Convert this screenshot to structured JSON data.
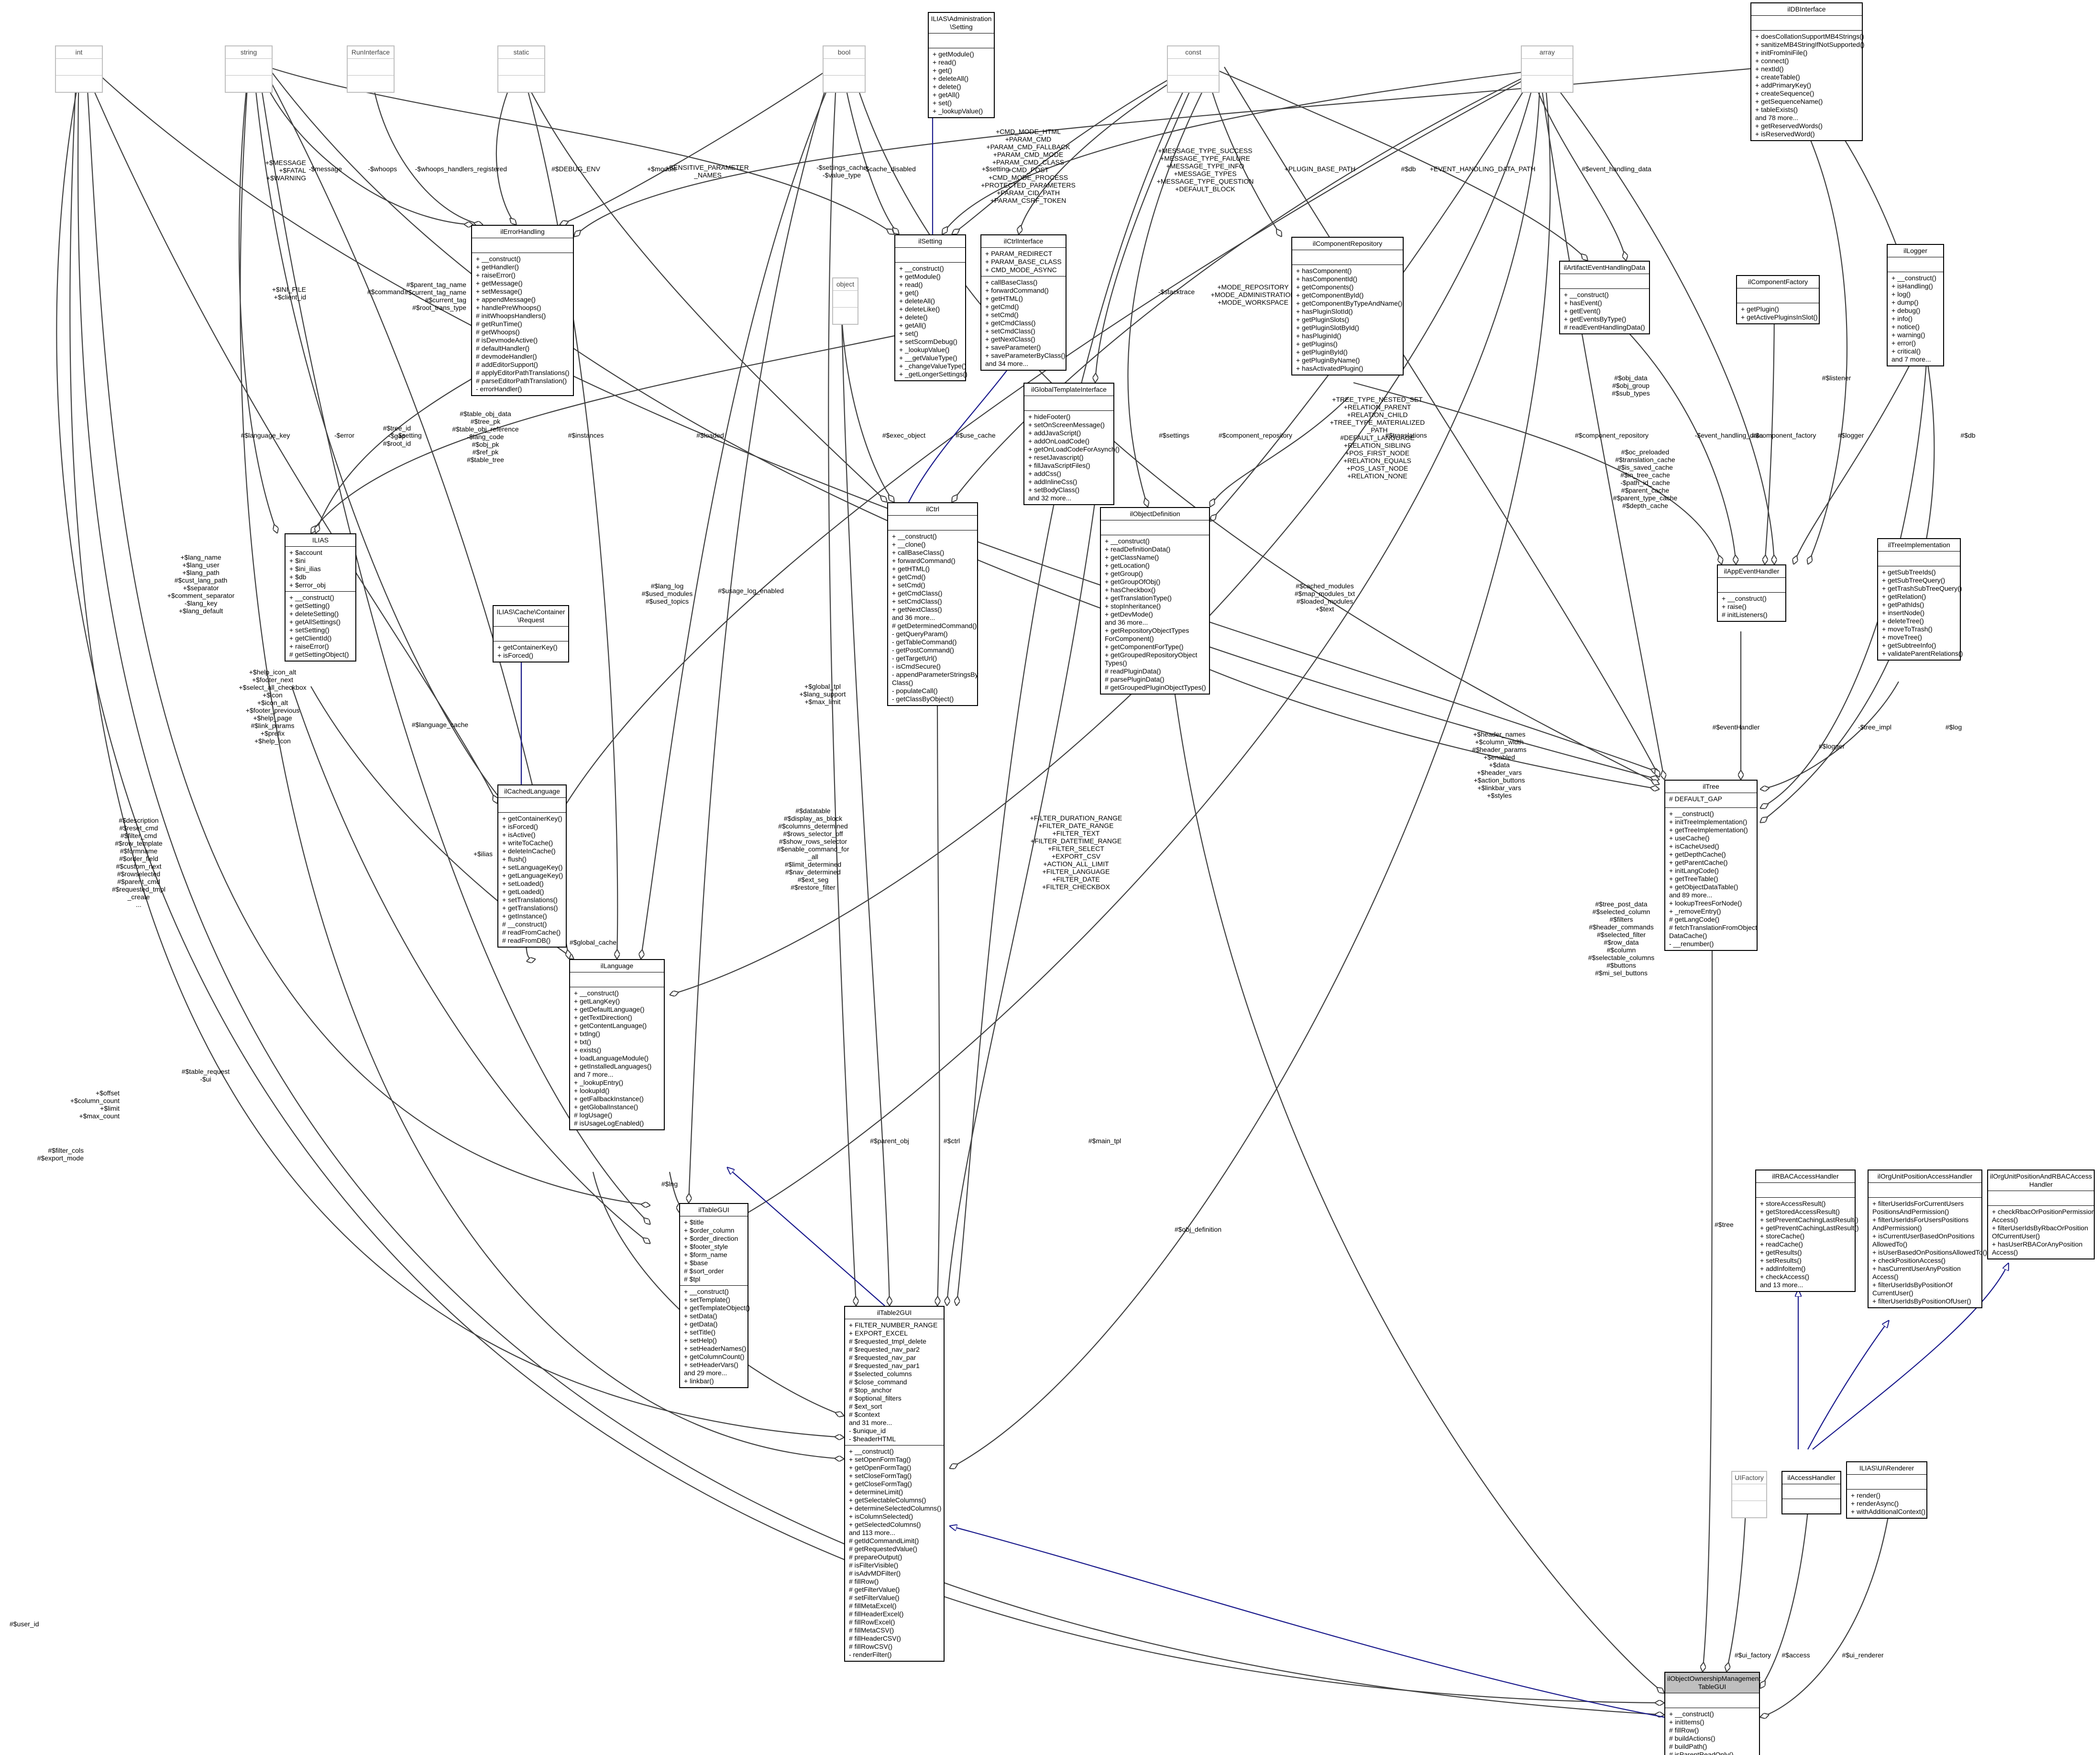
{
  "nodes": {
    "int": {
      "title": "int",
      "attrs": [],
      "ops": []
    },
    "string": {
      "title": "string",
      "attrs": [],
      "ops": []
    },
    "runinterface": {
      "title": "RunInterface",
      "attrs": [],
      "ops": []
    },
    "static": {
      "title": "static",
      "attrs": [],
      "ops": []
    },
    "bool": {
      "title": "bool",
      "attrs": [],
      "ops": []
    },
    "admsetting": {
      "title": "ILIAS\\Administration\n\\Setting",
      "attrs": [],
      "ops": [
        "+ getModule()",
        "+ read()",
        "+ get()",
        "+ deleteAll()",
        "+ delete()",
        "+ getAll()",
        "+ set()",
        "+ _lookupValue()"
      ]
    },
    "const": {
      "title": "const",
      "attrs": [],
      "ops": []
    },
    "array": {
      "title": "array",
      "attrs": [],
      "ops": []
    },
    "dbinterface": {
      "title": "ilDBInterface",
      "attrs": [],
      "ops": [
        "+ doesCollationSupportMB4Strings()",
        "+ sanitizeMB4StringIfNotSupported()",
        "+ initFromIniFile()",
        "+ connect()",
        "+ nextId()",
        "+ createTable()",
        "+ addPrimaryKey()",
        "+ createSequence()",
        "+ getSequenceName()",
        "+ tableExists()",
        "and 78 more...",
        "+ getReservedWords()",
        "+ isReservedWord()"
      ]
    },
    "errorhandling": {
      "title": "ilErrorHandling",
      "attrs": [],
      "ops": [
        "+ __construct()",
        "+ getHandler()",
        "+ raiseError()",
        "+ getMessage()",
        "+ setMessage()",
        "+ appendMessage()",
        "+ handlePreWhoops()",
        "# initWhoopsHandlers()",
        "# getRunTime()",
        "# getWhoops()",
        "# isDevmodeActive()",
        "# defaultHandler()",
        "# devmodeHandler()",
        "# addEditorSupport()",
        "# applyEditorPathTranslations()",
        "# parseEditorPathTranslation()",
        "- errorHandler()"
      ]
    },
    "setting": {
      "title": "ilSetting",
      "attrs": [],
      "ops": [
        "+ __construct()",
        "+ getModule()",
        "+ read()",
        "+ get()",
        "+ deleteAll()",
        "+ deleteLike()",
        "+ delete()",
        "+ getAll()",
        "+ set()",
        "+ setScormDebug()",
        "+ _lookupValue()",
        "+ __getValueType()",
        "+ _changeValueType()",
        "+ _getLongerSettings()"
      ]
    },
    "ctrlinterface": {
      "title": "ilCtrlInterface",
      "attrs": [
        "+ PARAM_REDIRECT",
        "+ PARAM_BASE_CLASS",
        "+ CMD_MODE_ASYNC"
      ],
      "ops": [
        "+ callBaseClass()",
        "+ forwardCommand()",
        "+ getHTML()",
        "+ getCmd()",
        "+ setCmd()",
        "+ getCmdClass()",
        "+ setCmdClass()",
        "+ getNextClass()",
        "+ saveParameter()",
        "+ saveParameterByClass()",
        "and 34 more..."
      ]
    },
    "componentrepository": {
      "title": "ilComponentRepository",
      "attrs": [],
      "ops": [
        "+ hasComponent()",
        "+ hasComponentId()",
        "+ getComponents()",
        "+ getComponentById()",
        "+ getComponentByTypeAndName()",
        "+ hasPluginSlotId()",
        "+ getPluginSlots()",
        "+ getPluginSlotById()",
        "+ hasPluginId()",
        "+ getPlugins()",
        "+ getPluginById()",
        "+ getPluginByName()",
        "+ hasActivatedPlugin()"
      ]
    },
    "artifactevent": {
      "title": "ilArtifactEventHandlingData",
      "attrs": [],
      "ops": [
        "+ __construct()",
        "+ hasEvent()",
        "+ getEvent()",
        "+ getEventsByType()",
        "# readEventHandlingData()"
      ]
    },
    "componentfactory": {
      "title": "ilComponentFactory",
      "attrs": [],
      "ops": [
        "+ getPlugin()",
        "+ getActivePluginsInSlot()"
      ]
    },
    "logger": {
      "title": "ilLogger",
      "attrs": [],
      "ops": [
        "+ __construct()",
        "+ isHandling()",
        "+ log()",
        "+ dump()",
        "+ debug()",
        "+ info()",
        "+ notice()",
        "+ warning()",
        "+ error()",
        "+ critical()",
        "and 7 more..."
      ]
    },
    "globaltemplate": {
      "title": "ilGlobalTemplateInterface",
      "attrs": [],
      "ops": [
        "+ hideFooter()",
        "+ setOnScreenMessage()",
        "+ addJavaScript()",
        "+ addOnLoadCode()",
        "+ getOnLoadCodeForAsynch()",
        "+ resetJavascript()",
        "+ fillJavaScriptFiles()",
        "+ addCss()",
        "+ addInlineCss()",
        "+ setBodyClass()",
        "and 32 more..."
      ]
    },
    "object": {
      "title": "object",
      "attrs": [],
      "ops": []
    },
    "ilias": {
      "title": "ILIAS",
      "attrs": [
        "+ $account",
        "+ $ini",
        "+ $ini_ilias",
        "+ $db",
        "+ $error_obj"
      ],
      "ops": [
        "+ __construct()",
        "+ getSetting()",
        "+ deleteSetting()",
        "+ getAllSettings()",
        "+ setSetting()",
        "+ getClientId()",
        "+ raiseError()",
        "# getSettingObject()"
      ]
    },
    "ctrl": {
      "title": "ilCtrl",
      "attrs": [],
      "ops": [
        "+ __construct()",
        "+ __clone()",
        "+ callBaseClass()",
        "+ forwardCommand()",
        "+ getHTML()",
        "+ getCmd()",
        "+ setCmd()",
        "+ getCmdClass()",
        "+ setCmdClass()",
        "+ getNextClass()",
        "and 36 more...",
        "# getDeterminedCommand()",
        "- getQueryParam()",
        "- getTableCommand()",
        "- getPostCommand()",
        "- getTargetUrl()",
        "- isCmdSecure()",
        "- appendParameterStringsBy\nClass()",
        "- populateCall()",
        "- getClassByObject()"
      ]
    },
    "objectdefinition": {
      "title": "ilObjectDefinition",
      "attrs": [],
      "ops": [
        "+ __construct()",
        "+ readDefinitionData()",
        "+ getClassName()",
        "+ getLocation()",
        "+ getGroup()",
        "+ getGroupOfObj()",
        "+ hasCheckbox()",
        "+ getTranslationType()",
        "+ stopInheritance()",
        "+ getDevMode()",
        "and 36 more...",
        "+ getRepositoryObjectTypes\nForComponent()",
        "+ getComponentForType()",
        "+ getGroupedRepositoryObject\nTypes()",
        "# readPluginData()",
        "# parsePluginData()",
        "# getGroupedPluginObjectTypes()"
      ]
    },
    "appeventhandler": {
      "title": "ilAppEventHandler",
      "attrs": [],
      "ops": [
        "+ __construct()",
        "+ raise()",
        "# initListeners()"
      ]
    },
    "treeimplementation": {
      "title": "ilTreeImplementation",
      "attrs": [],
      "ops": [
        "+ getSubTreeIds()",
        "+ getSubTreeQuery()",
        "+ getTrashSubTreeQuery()",
        "+ getRelation()",
        "+ getPathIds()",
        "+ insertNode()",
        "+ deleteTree()",
        "+ moveToTrash()",
        "+ moveTree()",
        "+ getSubtreeInfo()",
        "+ validateParentRelations()"
      ]
    },
    "cachecontainer": {
      "title": "ILIAS\\Cache\\Container\n\\Request",
      "attrs": [],
      "ops": [
        "+ getContainerKey()",
        "+ isForced()"
      ]
    },
    "cachedlanguage": {
      "title": "ilCachedLanguage",
      "attrs": [],
      "ops": [
        "+ getContainerKey()",
        "+ isForced()",
        "+ isActive()",
        "+ writeToCache()",
        "+ deleteInCache()",
        "+ flush()",
        "+ setLanguageKey()",
        "+ getLanguageKey()",
        "+ setLoaded()",
        "+ getLoaded()",
        "+ setTranslations()",
        "+ getTranslations()",
        "+ getInstance()",
        "# __construct()",
        "# readFromCache()",
        "# readFromDB()"
      ]
    },
    "tree": {
      "title": "ilTree",
      "attrs": [
        "# DEFAULT_GAP"
      ],
      "ops": [
        "+ __construct()",
        "+ initTreeImplementation()",
        "+ getTreeImplementation()",
        "+ useCache()",
        "+ isCacheUsed()",
        "+ getDepthCache()",
        "+ getParentCache()",
        "+ initLangCode()",
        "+ getTreeTable()",
        "+ getObjectDataTable()",
        "and 89 more...",
        "+ lookupTreesForNode()",
        "+ _removeEntry()",
        "# getLangCode()",
        "# fetchTranslationFromObject\nDataCache()",
        "- __renumber()"
      ]
    },
    "language": {
      "title": "ilLanguage",
      "attrs": [],
      "ops": [
        "+ __construct()",
        "+ getLangKey()",
        "+ getDefaultLanguage()",
        "+ getTextDirection()",
        "+ getContentLanguage()",
        "+ txtlng()",
        "+ txt()",
        "+ exists()",
        "+ loadLanguageModule()",
        "+ getInstalledLanguages()",
        "and 7 more...",
        "+ _lookupEntry()",
        "+ lookupId()",
        "+ getFallbackInstance()",
        "+ getGlobalInstance()",
        "# logUsage()",
        "# isUsageLogEnabled()"
      ]
    },
    "tablegui": {
      "title": "ilTableGUI",
      "attrs": [
        "+ $title",
        "+ $order_column",
        "+ $order_direction",
        "+ $footer_style",
        "+ $form_name",
        "+ $base",
        "# $sort_order",
        "# $tpl"
      ],
      "ops": [
        "+ __construct()",
        "+ setTemplate()",
        "+ getTemplateObject()",
        "+ setData()",
        "+ getData()",
        "+ setTitle()",
        "+ setHelp()",
        "+ setHeaderNames()",
        "+ getColumnCount()",
        "+ setHeaderVars()",
        "and 29 more...",
        "+ linkbar()"
      ]
    },
    "table2gui": {
      "title": "ilTable2GUI",
      "attrs": [
        "+ FILTER_NUMBER_RANGE",
        "+ EXPORT_EXCEL",
        "# $requested_tmpl_delete",
        "# $requested_nav_par2",
        "# $requested_nav_par",
        "# $requested_nav_par1",
        "# $selected_columns",
        "# $close_command",
        "# $top_anchor",
        "# $optional_filters",
        "# $ext_sort",
        "# $context",
        "and 31 more...",
        "- $unique_id",
        "- $headerHTML"
      ],
      "ops": [
        "+ __construct()",
        "+ setOpenFormTag()",
        "+ getOpenFormTag()",
        "+ setCloseFormTag()",
        "+ getCloseFormTag()",
        "+ determineLimit()",
        "+ getSelectableColumns()",
        "+ determineSelectedColumns()",
        "+ isColumnSelected()",
        "+ getSelectedColumns()",
        "and 113 more...",
        "# getIdCommandLimit()",
        "# getRequestedValue()",
        "# prepareOutput()",
        "# isFilterVisible()",
        "# isAdvMDFilter()",
        "# fillRow()",
        "# getFilterValue()",
        "# setFilterValue()",
        "# fillMetaExcel()",
        "# fillHeaderExcel()",
        "# fillRowExcel()",
        "# fillMetaCSV()",
        "# fillHeaderCSV()",
        "# fillRowCSV()",
        "- renderFilter()"
      ]
    },
    "rbacaccess": {
      "title": "ilRBACAccessHandler",
      "attrs": [],
      "ops": [
        "+ storeAccessResult()",
        "+ getStoredAccessResult()",
        "+ setPreventCachingLastResult()",
        "+ getPreventCachingLastResult()",
        "+ storeCache()",
        "+ readCache()",
        "+ getResults()",
        "+ setResults()",
        "+ addInfoItem()",
        "+ checkAccess()",
        "and 13 more..."
      ]
    },
    "orgunitpos": {
      "title": "ilOrgUnitPositionAccessHandler",
      "attrs": [],
      "ops": [
        "+ filterUserIdsForCurrentUsers\nPositionsAndPermission()",
        "+ filterUserIdsForUsersPositions\nAndPermission()",
        "+ isCurrentUserBasedOnPositions\nAllowedTo()",
        "+ isUserBasedOnPositionsAllowedTo()",
        "+ checkPositionAccess()",
        "+ hasCurrentUserAnyPosition\nAccess()",
        "+ filterUserIdsByPositionOf\nCurrentUser()",
        "+ filterUserIdsByPositionOfUser()"
      ]
    },
    "orgunitrbac": {
      "title": "ilOrgUnitPositionAndRBACAccess\nHandler",
      "attrs": [],
      "ops": [
        "+ checkRbacOrPositionPermission\nAccess()",
        "+ filterUserIdsByRbacOrPosition\nOfCurrentUser()",
        "+ hasUserRBACorAnyPosition\nAccess()"
      ]
    },
    "uifactory": {
      "title": "UIFactory",
      "attrs": [],
      "ops": []
    },
    "accesshandler": {
      "title": "ilAccessHandler",
      "attrs": [],
      "ops": []
    },
    "uirenderer": {
      "title": "ILIAS\\UI\\Renderer",
      "attrs": [],
      "ops": [
        "+ render()",
        "+ renderAsync()",
        "+ withAdditionalContext()"
      ]
    },
    "main": {
      "title": "ilObjectOwnershipManagement\nTableGUI",
      "attrs": [],
      "ops": [
        "+ __construct()",
        "+ initItems()",
        "# fillRow()",
        "# buildActions()",
        "# buildPath()",
        "# isParentReadOnly()"
      ]
    }
  },
  "edge_labels": {
    "l_int_userid": "#$user_id",
    "l_int_table": "+$offset\n+$column_count\n+$limit\n+$max_count",
    "l_int_filtercols": "#$filter_cols\n#$export_mode",
    "l_str_err": "+$MESSAGE\n+$FATAL\n+$WARNING",
    "l_str_message": "-$message",
    "l_run_whoops": "-$whoops",
    "l_static_whoopsreg": "-$whoops_handlers_registered",
    "l_bool_debugenv": "#$DEBUG_ENV",
    "l_str_module": "+$module",
    "l_sens": "-SENSITIVE_PARAMETER\n_NAMES",
    "l_settings_cache": "-$settings_cache\n-$value_type",
    "l_cache_disabled": "-$cache_disabled",
    "l_setting_s": "+$setting",
    "l_cmd_modes": "+CMD_MODE_HTML\n+PARAM_CMD\n+PARAM_CMD_FALLBACK\n+PARAM_CMD_MODE\n+PARAM_CMD_CLASS\n+CMD_POST\n+CMD_MODE_PROCESS\n+PROTECTED_PARAMETERS\n+PARAM_CID_PATH\n+PARAM_CSRF_TOKEN",
    "l_msg_types": "+MESSAGE_TYPE_SUCCESS\n+MESSAGE_TYPE_FAILURE\n+MESSAGE_TYPE_INFO\n+MESSAGE_TYPES\n+MESSAGE_TYPE_QUESTION\n+DEFAULT_BLOCK",
    "l_plugin_base": "+PLUGIN_BASE_PATH",
    "l_db_a": "#$db",
    "l_event_path": "+EVENT_HANDLING_DATA_PATH",
    "l_event_data": "#$event_handling_data",
    "l_ini_client": "+$INI_FILE\n+$client_id",
    "l_command": "#$command",
    "l_parent_tag": "#$parent_tag_name\n#$current_tag_name\n#$current_tag\n#$root_trans_type",
    "l_stacktrace": "-$stacktrace",
    "l_mode_repo": "+MODE_REPOSITORY\n+MODE_ADMINISTRATION\n+MODE_WORKSPACE",
    "l_obj_data": "#$obj_data\n#$obj_group\n#$sub_types",
    "l_listener": "#$listener",
    "l_lang_key": "#$language_key",
    "l_error": "-$error",
    "l_setting_b": "-$setting",
    "l_table_obj": "#$table_obj_data\n#$tree_pk\n#$table_obj_reference\n-$lang_code\n#$obj_pk\n#$ref_pk\n#$table_tree",
    "l_tree_id": "#$tree_id\n-$gap\n#$root_id",
    "l_instances": "#$instances",
    "l_loaded": "#$loaded",
    "l_exec_object": "#$exec_object",
    "l_use_cache": "#$use_cache",
    "l_settings_o": "#$settings",
    "l_comp_repo": "#$component_repository",
    "l_translations": "#$translations",
    "l_tree_const": "+TREE_TYPE_NESTED_SET\n+RELATION_PARENT\n+RELATION_CHILD\n+TREE_TYPE_MATERIALIZED\n_PATH\n#DEFAULT_LANGUAGE\n+RELATION_SIBLING\n+POS_FIRST_NODE\n+RELATION_EQUALS\n+POS_LAST_NODE\n+RELATION_NONE",
    "l_comp_repo2": "#$component_repository",
    "l_event_data2": "-$event_handling_data",
    "l_comp_factory": "#$component_factory",
    "l_logger": "#$logger",
    "l_db_b": "#$db",
    "l_oc_preloaded": "#$oc_preloaded\n#$translation_cache\n#$is_saved_cache\n#$in_tree_cache\n-$path_id_cache\n#$parent_cache\n#$parent_type_cache\n#$depth_cache",
    "l_lang_name": "+$lang_name\n+$lang_user\n+$lang_path\n#$cust_lang_path\n+$separator\n+$comment_separator\n-$lang_key\n+$lang_default",
    "l_lang_log": "#$lang_log\n#$used_modules\n#$used_topics",
    "l_usage_log": "#$usage_log_enabled",
    "l_help_icon": "+$help_icon_alt\n+$footer_next\n+$select_all_checkbox\n+$icon\n+$icon_alt\n+$footer_previous\n+$help_page\n#$link_params\n+$prefix\n+$help_icon",
    "l_lang_cache": "#$language_cache",
    "l_global_tpl": "+$global_tpl\n+$lang_support\n+$max_limit",
    "l_cached_modules": "#$cached_modules\n#$map_modules_txt\n#$loaded_modules\n+$text",
    "l_header_names": "+$header_names\n+$column_width\n#$header_params\n+$enabled\n+$data\n+$header_vars\n+$action_buttons\n+$linkbar_vars\n+$styles",
    "l_eventhandler": "#$eventHandler",
    "l_tree_impl": "-$tree_impl",
    "l_logger_b": "#$logger",
    "l_log": "#$log",
    "l_description": "#$description\n#$reset_cmd\n#$filter_cmd\n#$row_template\n#$formname\n#$order_field\n#$custom_next\n#$rowselected\n#$parent_cmd\n#$requested_tmpl\n_create\n...",
    "l_ilias": "+$ilias",
    "l_datatable": "#$datatable\n#$display_as_block\n#$columns_determined\n#$rows_selector_off\n#$show_rows_selector\n#$enable_command_for\n_all\n#$limit_determined\n#$nav_determined\n#$ext_seg\n#$restore_filter",
    "l_filter_const": "+FILTER_DURATION_RANGE\n+FILTER_DATE_RANGE\n+FILTER_TEXT\n+FILTER_DATETIME_RANGE\n+FILTER_SELECT\n+EXPORT_CSV\n+ACTION_ALL_LIMIT\n+FILTER_LANGUAGE\n+FILTER_DATE\n+FILTER_CHECKBOX",
    "l_global_cache": "#$global_cache",
    "l_tree_post": "#$tree_post_data\n#$selected_column\n#$filters\n#$header_commands\n#$selected_filter\n#$row_data\n#$column\n#$selectable_columns\n#$buttons\n#$mi_sel_buttons",
    "l_table_request": "#$table_request\n-$ui",
    "l_lng": "#$lng",
    "l_parent_obj": "#$parent_obj",
    "l_ctrl": "#$ctrl",
    "l_main_tpl": "#$main_tpl",
    "l_obj_definition": "#$obj_definition",
    "l_tree": "#$tree",
    "l_ui_factory": "#$ui_factory",
    "l_access": "#$access",
    "l_ui_renderer": "#$ui_renderer"
  }
}
